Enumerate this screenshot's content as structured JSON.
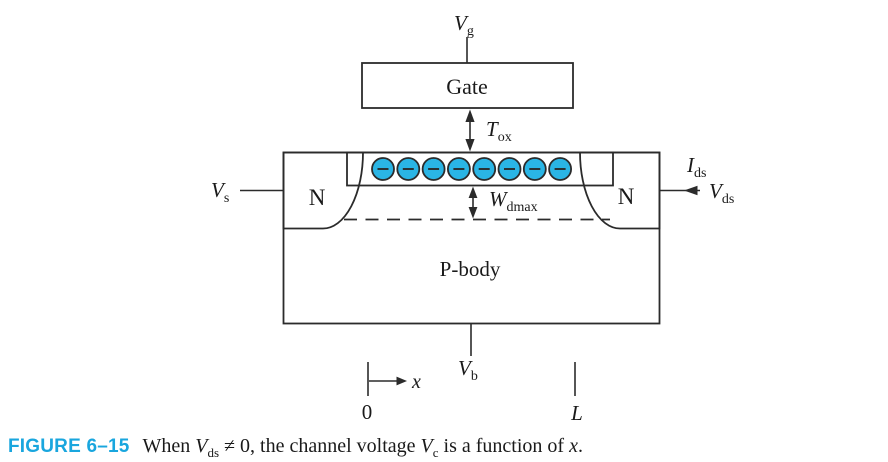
{
  "colors": {
    "line": "#2b2b2b",
    "ink": "#1a1a1a",
    "n_region": "#cfe9f6",
    "electron": "#2ab5e5",
    "figure_label": "#19a6de",
    "paper": "#ffffff"
  },
  "diagram": {
    "gate_terminal": {
      "main": "V",
      "sub": "g"
    },
    "gate": "Gate",
    "oxide_thickness": {
      "main": "T",
      "sub": "ox"
    },
    "source_region": "N",
    "drain_region": "N",
    "source_terminal": {
      "main": "V",
      "sub": "s"
    },
    "drain_current": {
      "main": "I",
      "sub": "ds"
    },
    "drain_terminal": {
      "main": "V",
      "sub": "ds"
    },
    "depletion_width": {
      "main": "W",
      "sub": "dmax"
    },
    "body_region": "P-body",
    "body_terminal": {
      "main": "V",
      "sub": "b"
    },
    "x_axis": {
      "variable": "x",
      "origin": "0",
      "length": "L"
    },
    "electrons": {
      "count": 8,
      "symbol": "−"
    }
  },
  "caption": {
    "figure_label": "FIGURE 6–15",
    "pre": "When ",
    "vds": {
      "main": "V",
      "sub": "ds"
    },
    "mid": " ≠ 0,  the channel voltage ",
    "vc": {
      "main": "V",
      "sub": "c"
    },
    "post": " is a function of ",
    "variable": "x",
    "end": "."
  }
}
